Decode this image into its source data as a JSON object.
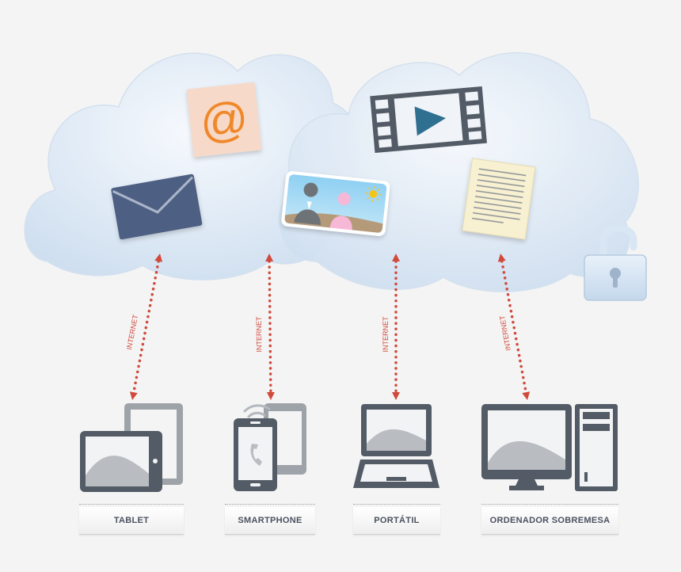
{
  "connection_label": "INTERNET",
  "devices": [
    {
      "label": "TABLET"
    },
    {
      "label": "SMARTPHONE"
    },
    {
      "label": "PORTÁTIL"
    },
    {
      "label": "ORDENADOR SOBREMESA"
    }
  ],
  "cloud_items": {
    "email_symbol": "@"
  },
  "colors": {
    "cloud": "#dde8f4",
    "icon_dark": "#535c66",
    "envelope": "#4d5f82",
    "arrow": "#d04a3c",
    "email_card": "#f6d9c8",
    "email_at": "#f0882a"
  }
}
